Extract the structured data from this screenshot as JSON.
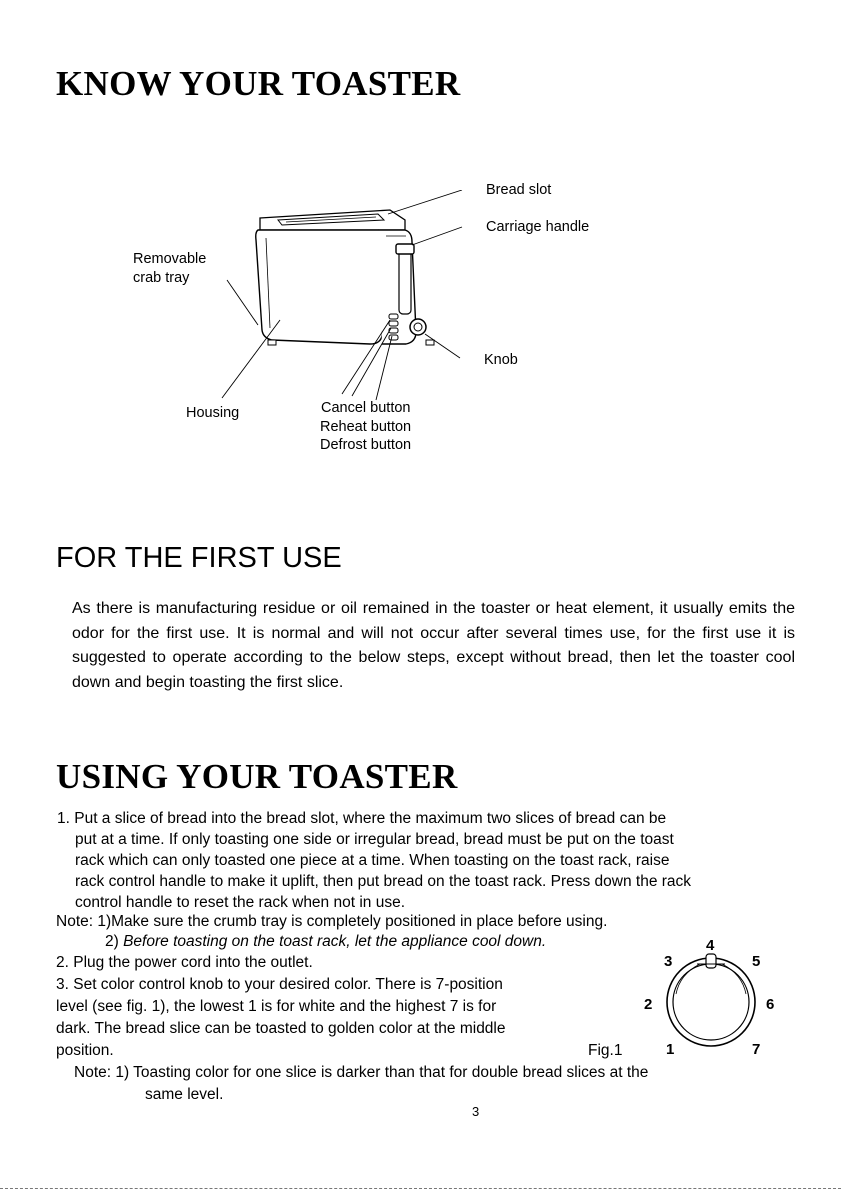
{
  "section1": {
    "title": "KNOW YOUR TOASTER",
    "labels": {
      "bread_slot": "Bread slot",
      "carriage_handle": "Carriage handle",
      "crumb_tray_1": "Removable",
      "crumb_tray_2": "crab tray",
      "knob": "Knob",
      "housing": "Housing",
      "cancel": "Cancel button",
      "reheat": "Reheat button",
      "defrost": "Defrost button"
    }
  },
  "section2": {
    "title": "FOR THE FIRST USE",
    "paragraph": "As there is manufacturing residue or oil remained in the toaster or heat element, it usually emits the odor for the first use. It is normal and will not occur after several times use, for the first use it is suggested to operate according to the below steps, except without bread, then let the toaster cool down and begin toasting the first slice."
  },
  "section3": {
    "title": "USING YOUR TOASTER",
    "lines": [
      "1.  Put a slice of bread into the bread slot, where the maximum two slices of bread can be",
      "put at a time. If only toasting one side or irregular bread, bread must be put on the toast",
      "rack which can only toasted one piece at a time. When toasting on the toast rack, raise",
      "rack control handle to make it uplift, then put bread on the toast rack. Press down the rack",
      "control handle to reset the rack when not in use.",
      "Note: 1)Make sure the crumb tray is completely positioned in place before using.",
      "2) ",
      "Before toasting on the toast rack, let the appliance cool down.",
      "2.   Plug the power cord into the outlet.",
      "3.   Set color control knob to your desired color. There is 7-position",
      " level (see fig. 1), the lowest 1 is for white and the highest 7 is for",
      "dark. The bread slice can be toasted to golden color at the middle",
      "position.",
      "Note: 1) Toasting color for one slice is darker than that for double bread slices at the",
      "same level."
    ],
    "figure_caption": "Fig.1",
    "dial_numbers": [
      "1",
      "2",
      "3",
      "4",
      "5",
      "6",
      "7"
    ]
  },
  "page_number": "3"
}
